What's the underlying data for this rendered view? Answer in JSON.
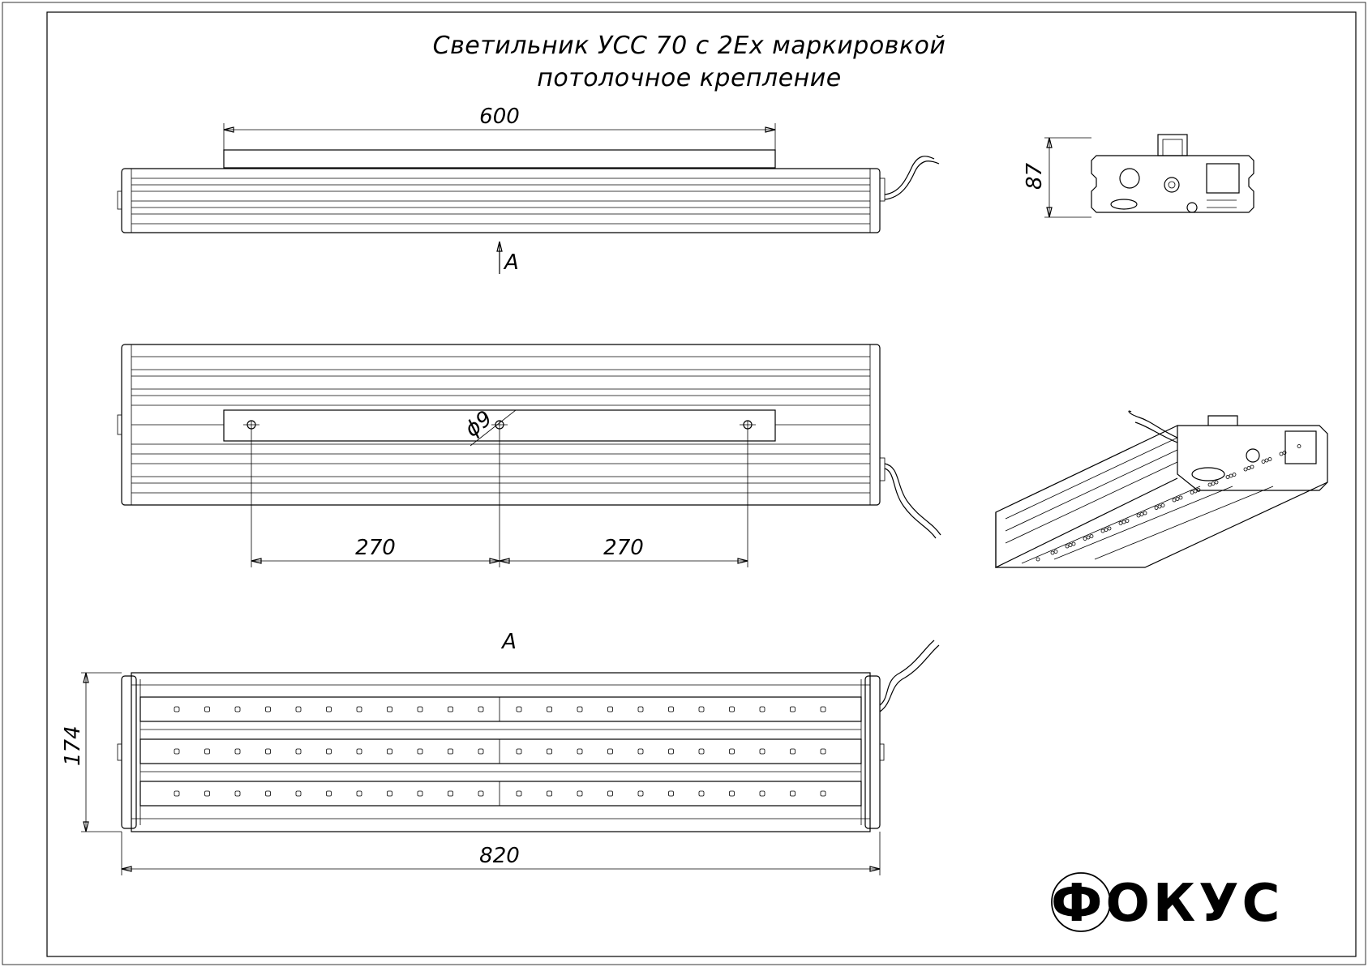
{
  "title": {
    "line1": "Светильник УСС 70 с 2Ех маркировкой",
    "line2": "потолочное крепление"
  },
  "dimensions": {
    "top_length": "600",
    "side_height": "87",
    "hole_diameter": "ϕ9",
    "spacing_left": "270",
    "spacing_right": "270",
    "bottom_height": "174",
    "bottom_length": "820"
  },
  "view_labels": {
    "arrow_label": "A",
    "section_label": "A"
  },
  "logo": {
    "text": "ФОКУС"
  }
}
